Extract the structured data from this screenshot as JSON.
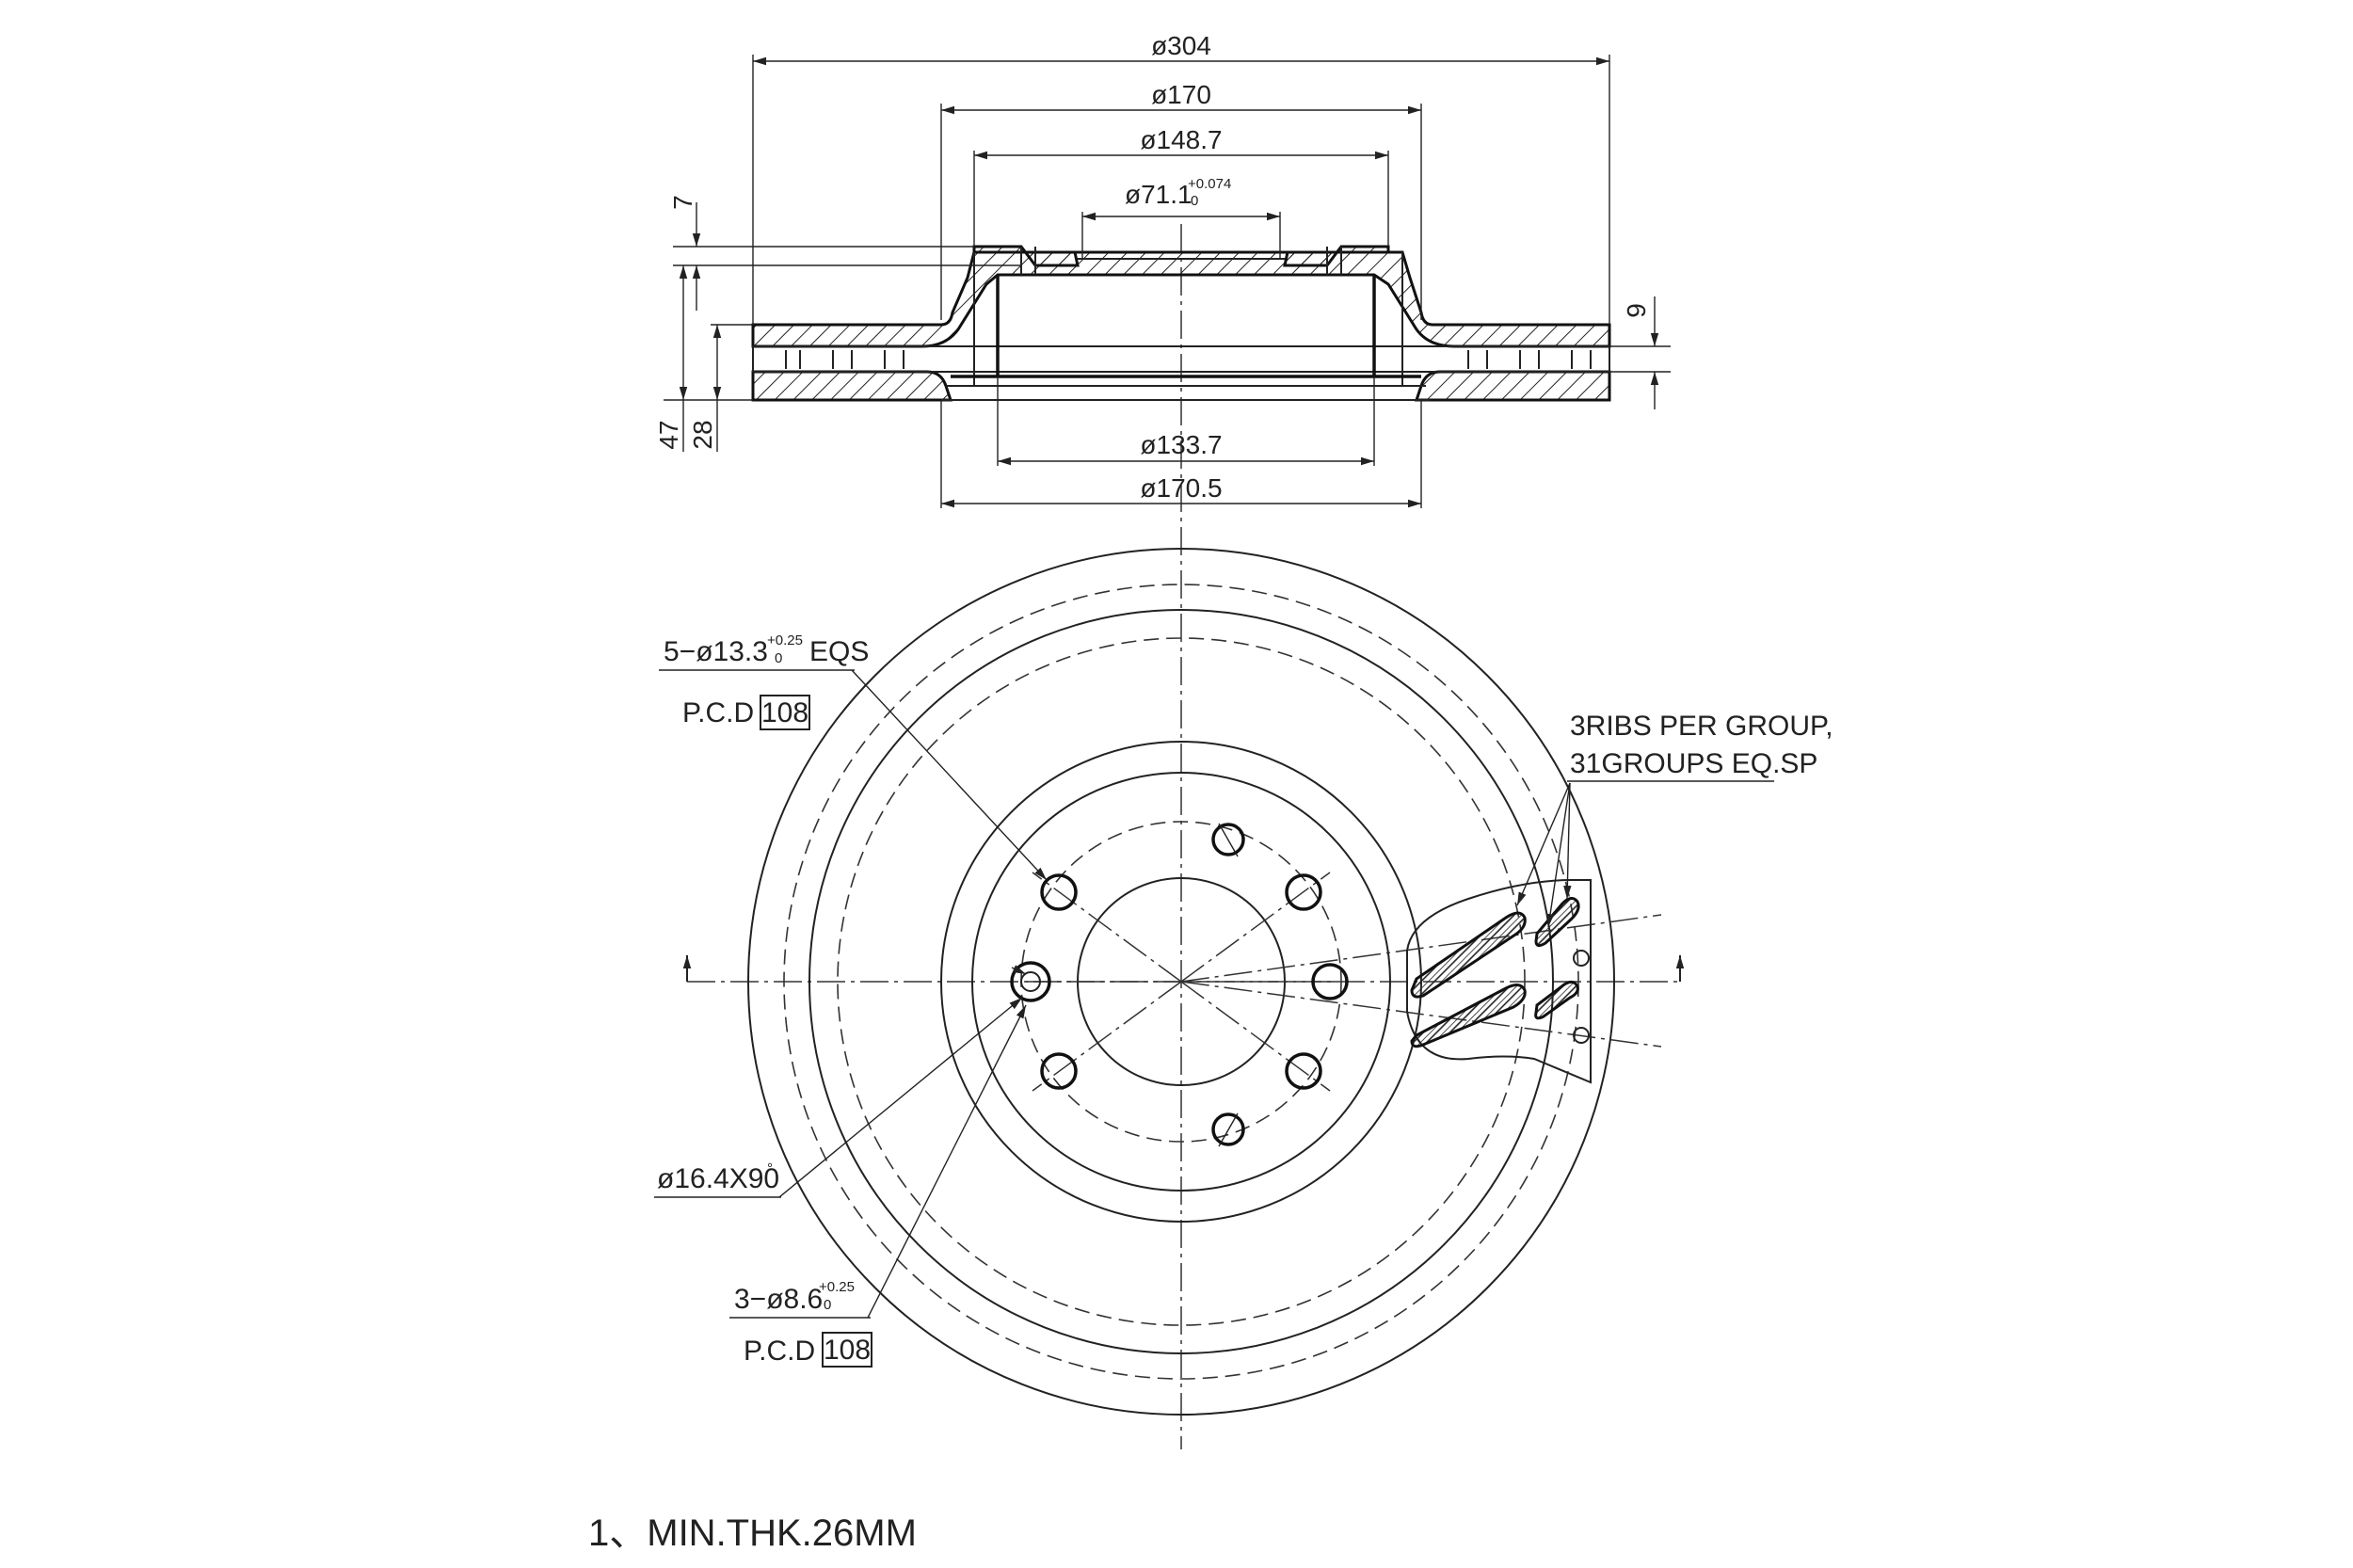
{
  "side_view": {
    "dims": {
      "d304": "ø304",
      "d170": "ø170",
      "d148_7": "ø148.7",
      "d71_1": "ø71.1",
      "d71_1_tol_upper": "+0.074",
      "d71_1_tol_lower": "0",
      "d133_7": "ø133.7",
      "d170_5": "ø170.5",
      "h7": "7",
      "h9": "9",
      "h47": "47",
      "h28": "28"
    }
  },
  "front_view": {
    "bolt_holes": {
      "label": "5−ø13.3",
      "tol_upper": "+0.25",
      "tol_lower": "0",
      "suffix": "EQS",
      "pcd_label": "P.C.D",
      "pcd_value": "108"
    },
    "chamfer": {
      "label": "ø16.4X90",
      "degree": "°"
    },
    "small_holes": {
      "label": "3−ø8.6",
      "tol_upper": "+0.25",
      "tol_lower": "0",
      "pcd_label": "P.C.D",
      "pcd_value": "108"
    },
    "ribs": {
      "line1": "3RIBS PER GROUP,",
      "line2": "31GROUPS EQ.SP"
    }
  },
  "notes": {
    "note1": "1、MIN.THK.26MM"
  }
}
